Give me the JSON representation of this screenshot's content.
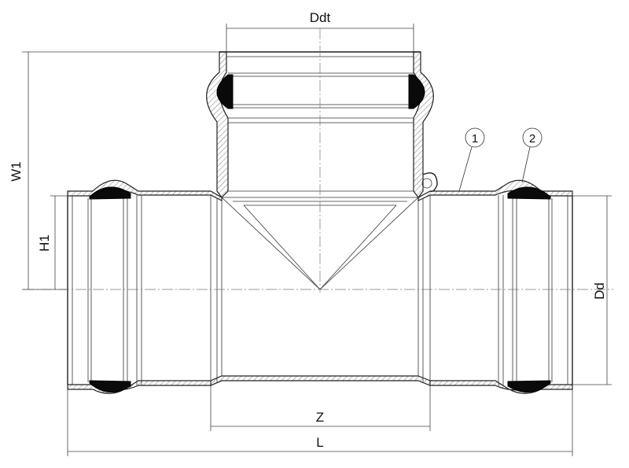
{
  "labels": {
    "ddt": "Ddt",
    "w1": "W1",
    "h1": "H1",
    "dd": "Dd",
    "z": "Z",
    "l": "L"
  },
  "callouts": [
    {
      "num": "1"
    },
    {
      "num": "2"
    }
  ],
  "colors": {
    "line": "#222222",
    "seal": "#0a0a0a",
    "background": "#ffffff"
  }
}
